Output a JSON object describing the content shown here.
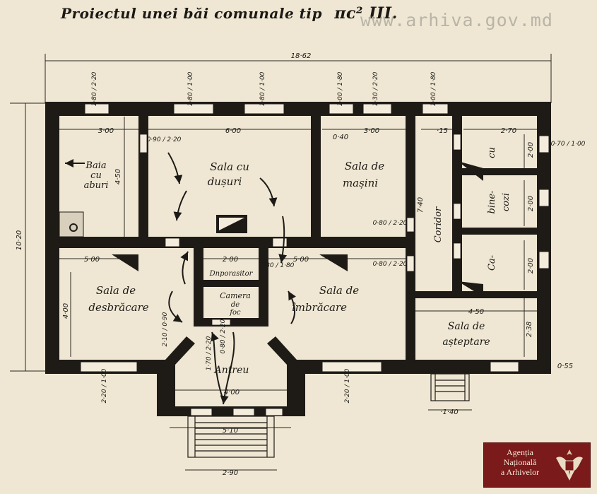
{
  "title": "Proiectul unei băi comunale tip",
  "title_number": "ᴨᴄ² III.",
  "watermark": "www.arhiva.gov.md",
  "logo": {
    "line1": "Agenția",
    "line2": "Națională",
    "line3": "a Arhivelor"
  },
  "rooms": {
    "baia_line1": "Baia",
    "baia_line2": "cu",
    "baia_line3": "aburi",
    "dusuri_line1": "Sala cu",
    "dusuri_line2": "dușuri",
    "masini_line1": "Sala de",
    "masini_line2": "mașini",
    "coridor": "Coridor",
    "wc_line1": "cu",
    "wc_line2": "bine-",
    "wc_line3": "cozi",
    "wc_line4": "Ca-",
    "dezbracare_line1": "Sala de",
    "dezbracare_line2": "desbrăcare",
    "imbracare_line1": "Sala de",
    "imbracare_line2": "îmbrăcare",
    "depozit": "Dnporasitor",
    "camera_line1": "Camera",
    "camera_line2": "de",
    "camera_line3": "foc",
    "asteptare_line1": "Sala de",
    "asteptare_line2": "așteptare",
    "antreu": "Antreu"
  },
  "dimensions": {
    "total_width": "18·62",
    "total_height": "10·20",
    "d_300a": "3·00",
    "d_600": "6·00",
    "d_300b": "3·00",
    "d_15": "·15",
    "d_270": "2·70",
    "d_040": "0·40",
    "d_450": "4·50",
    "d_740": "7·40",
    "d_200a": "2·00",
    "d_200b": "2·00",
    "d_200c": "2·00",
    "d_500a": "5·00",
    "d_200d": "2·00",
    "d_500b": "5·00",
    "d_400": "4·00",
    "d_450b": "4·50",
    "d_238": "2·38",
    "d_055": "0·55",
    "d_400b": "4·00",
    "d_510": "5·10",
    "d_290": "2·90",
    "d_140": "·1·40",
    "w1": "1·80 / 2·20",
    "w2": "1·80 / 1·00",
    "w3": "1·80 / 1·00",
    "w4": "1·00 / 1·80",
    "w5": "1·30 / 2·20",
    "w6": "1·00 / 1·80",
    "door_090": "0·90 / 2·20",
    "door_080a": "0·80 / 2·20",
    "door_080b": "0·80 / 2·20",
    "door_070": "0·70 / 1·00",
    "door_080c": "0·80 / 1·80",
    "w_bottom1": "2·20 / 1·00",
    "w_bottom2": "2·20 / 1·00",
    "w_entry": "2·10 / 0·90",
    "w_entry2": "1·70 / 2·20",
    "w_entry3": "0·80 / 2·20"
  }
}
